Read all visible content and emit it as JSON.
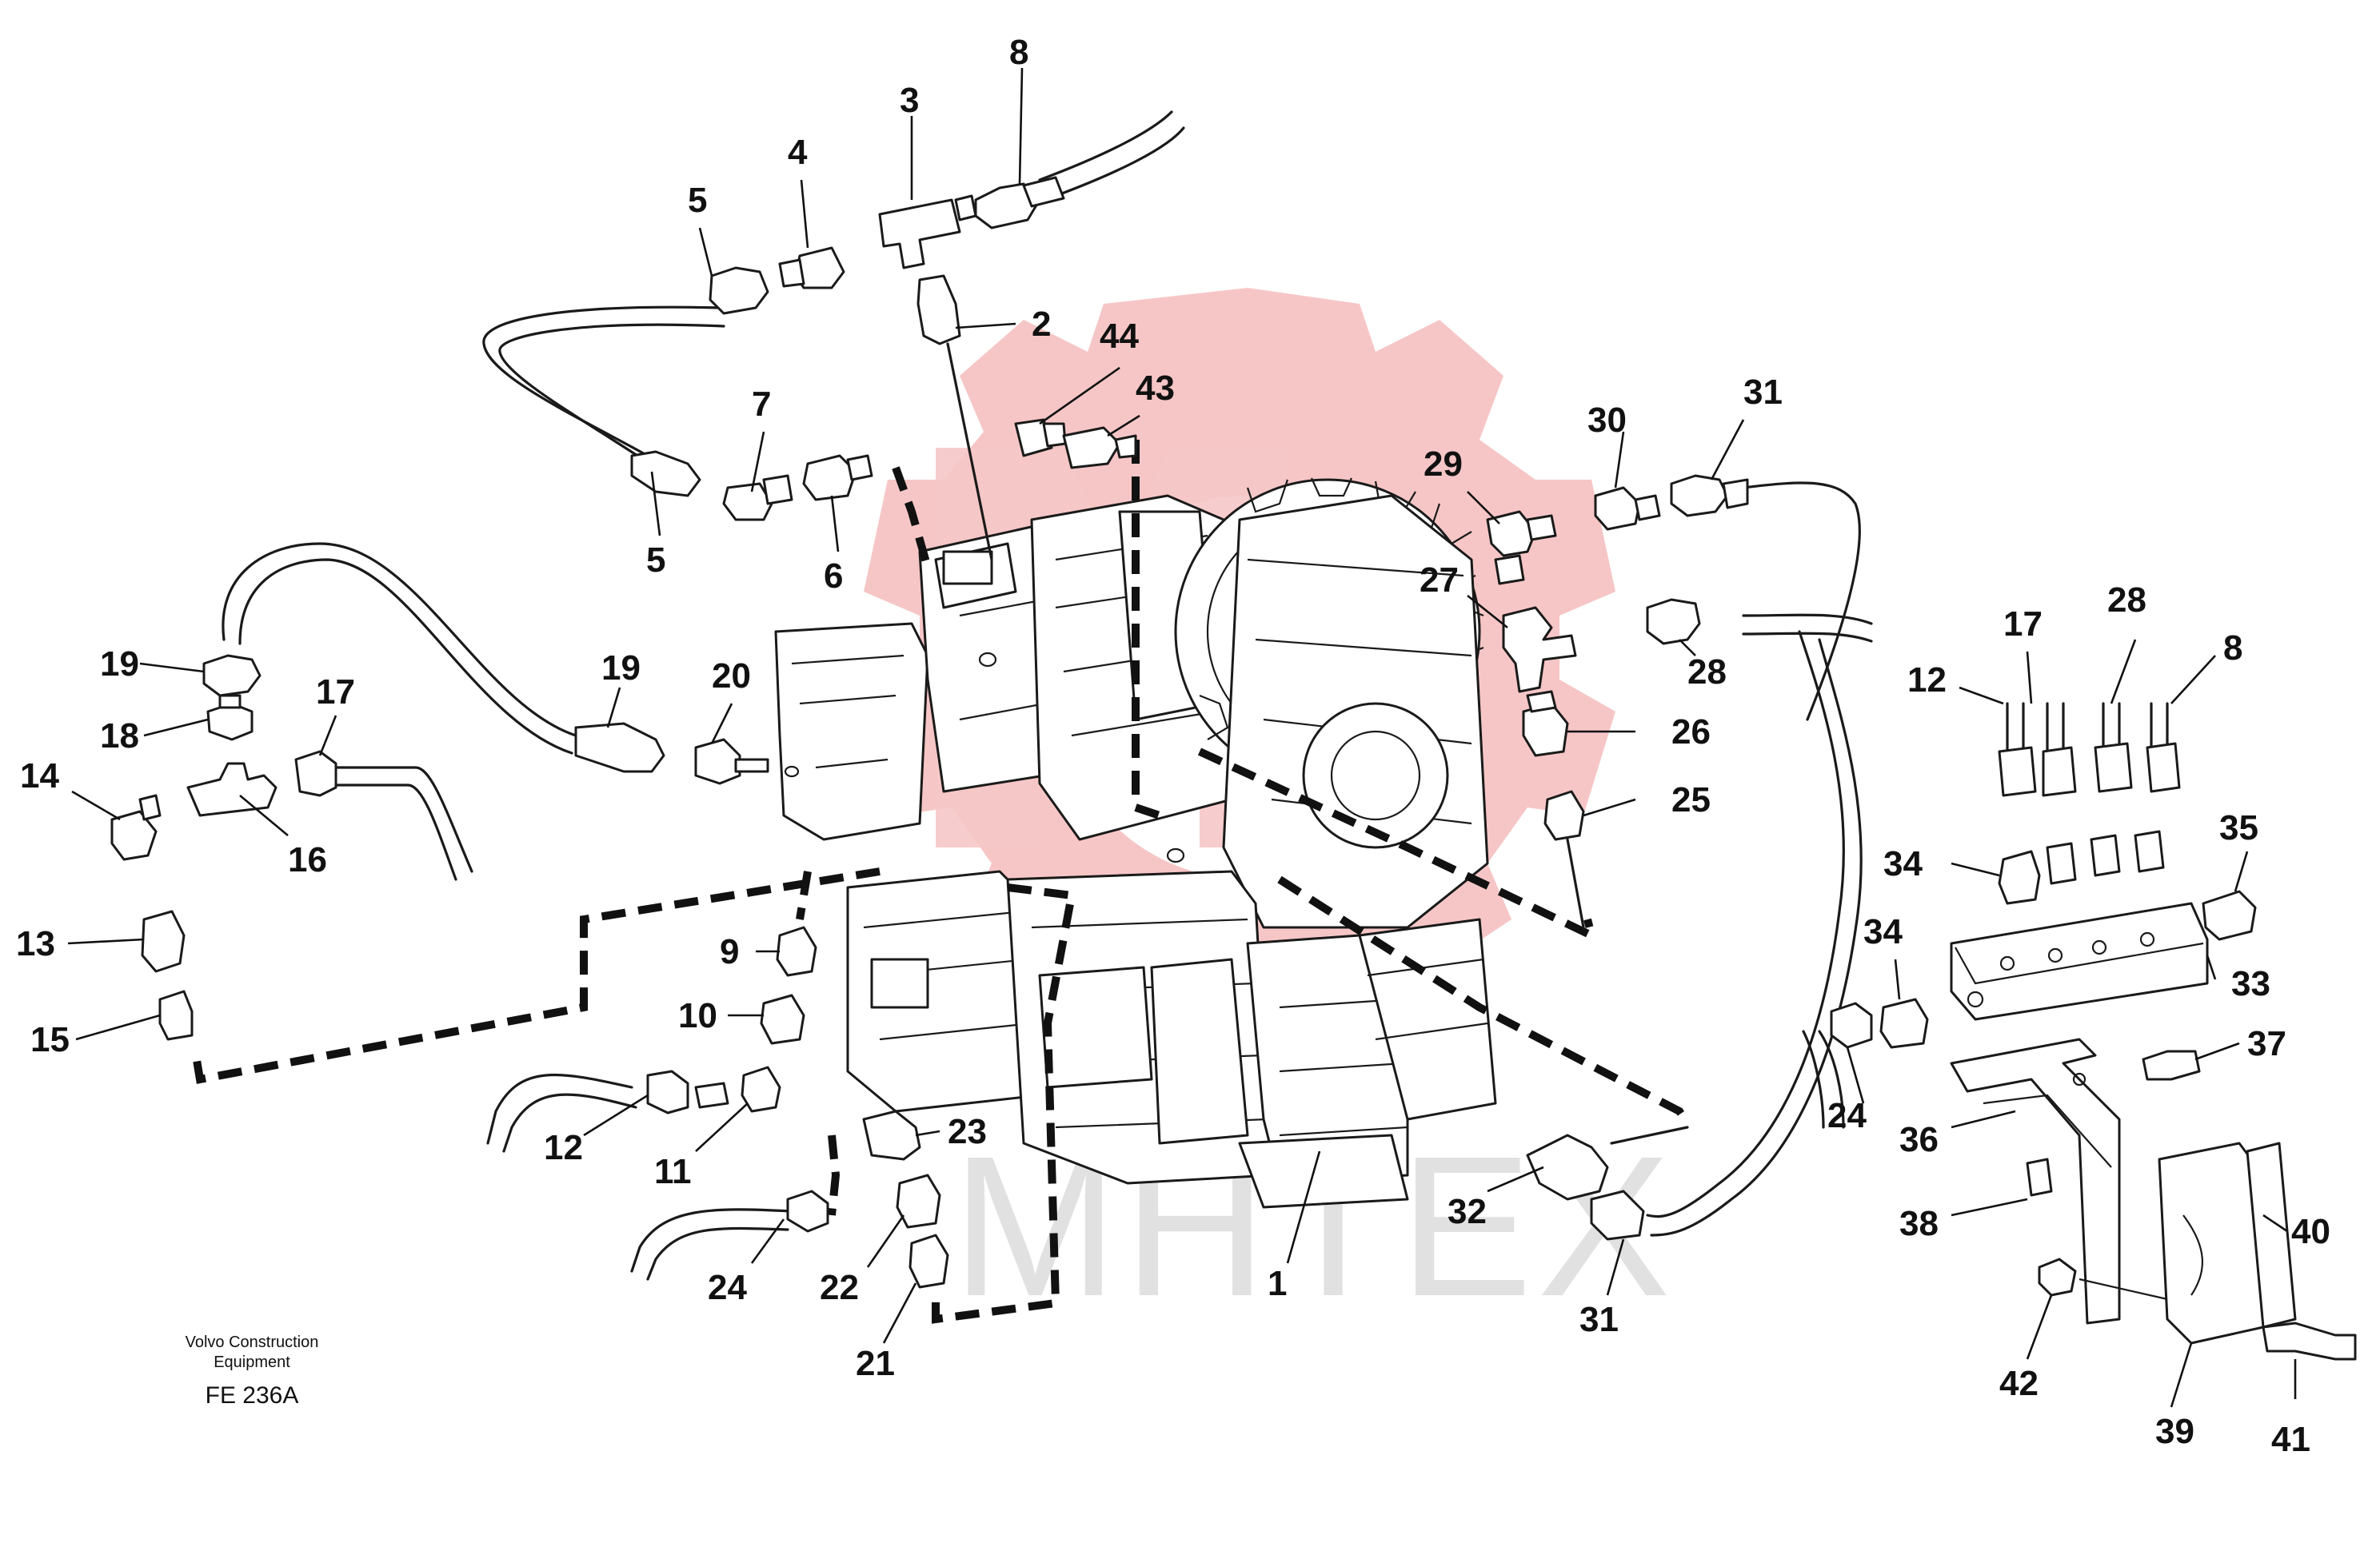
{
  "watermark": {
    "brand_text": "MHTEX",
    "logo_color": "#f6c6c6",
    "text_color": "#d2d2d2"
  },
  "caption": {
    "line1": "Volvo Construction",
    "line2": "Equipment",
    "code": "FE 236A"
  },
  "callouts": {
    "c1": "1",
    "c2": "2",
    "c3": "3",
    "c4": "4",
    "c5a": "5",
    "c5b": "5",
    "c6": "6",
    "c7": "7",
    "c8a": "8",
    "c8b": "8",
    "c9": "9",
    "c10": "10",
    "c11": "11",
    "c12a": "12",
    "c12b": "12",
    "c13": "13",
    "c14": "14",
    "c15": "15",
    "c16": "16",
    "c17a": "17",
    "c17b": "17",
    "c18": "18",
    "c19a": "19",
    "c19b": "19",
    "c20": "20",
    "c21": "21",
    "c22": "22",
    "c23": "23",
    "c24a": "24",
    "c24b": "24",
    "c25": "25",
    "c26": "26",
    "c27": "27",
    "c28a": "28",
    "c28b": "28",
    "c29": "29",
    "c30": "30",
    "c31a": "31",
    "c31b": "31",
    "c32": "32",
    "c33": "33",
    "c34a": "34",
    "c34b": "34",
    "c35": "35",
    "c36": "36",
    "c37": "37",
    "c38": "38",
    "c39": "39",
    "c40": "40",
    "c41": "41",
    "c42": "42",
    "c43": "43",
    "c44": "44"
  }
}
